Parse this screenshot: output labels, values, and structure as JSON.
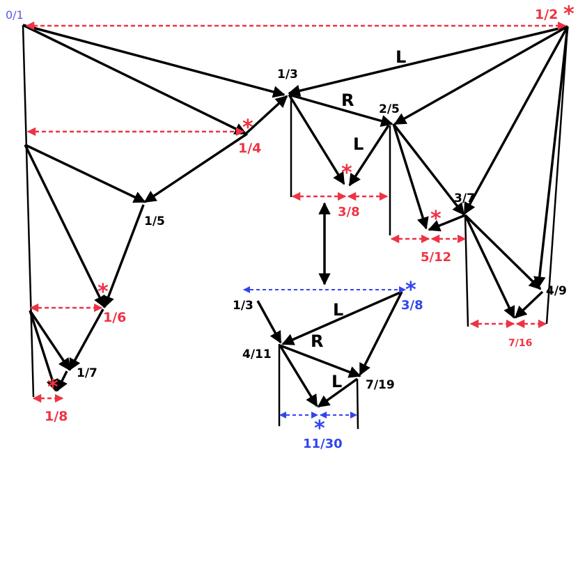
{
  "colors": {
    "black": "#000000",
    "red": "#ee3344",
    "blue": "#3344ee",
    "purple": "#5a5adc"
  },
  "labels": {
    "zero_one": "0/1",
    "half": "1/2",
    "third": "1/3",
    "quarter": "1/4",
    "fifth": "1/5",
    "sixth": "1/6",
    "seventh": "1/7",
    "eighth": "1/8",
    "two_fifths": "2/5",
    "three_eighths": "3/8",
    "three_sevenths": "3/7",
    "five_twelfths": "5/12",
    "four_ninths": "4/9",
    "seven_sixteenths": "7/16",
    "inset_third": "1/3",
    "inset_three_eighths": "3/8",
    "four_elevenths": "4/11",
    "seven_nineteenths": "7/19",
    "eleven_thirtieths": "11/30"
  },
  "letters": {
    "l_top": "L",
    "r_top": "R",
    "l_mid": "L",
    "l_inset": "L",
    "r_inset": "R",
    "l_inset_low": "L"
  },
  "markers": {
    "star": "*"
  }
}
